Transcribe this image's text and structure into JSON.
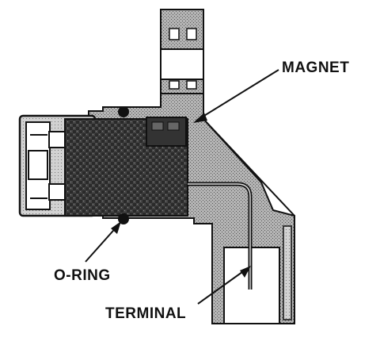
{
  "labels": {
    "magnet": "MAGNET",
    "o_ring": "O-RING",
    "terminal": "TERMINAL"
  },
  "colors": {
    "ink": "#111111",
    "housing_gray": "#9a9a9a",
    "coil_dark": "#3a3a3a",
    "paper": "#ffffff"
  }
}
